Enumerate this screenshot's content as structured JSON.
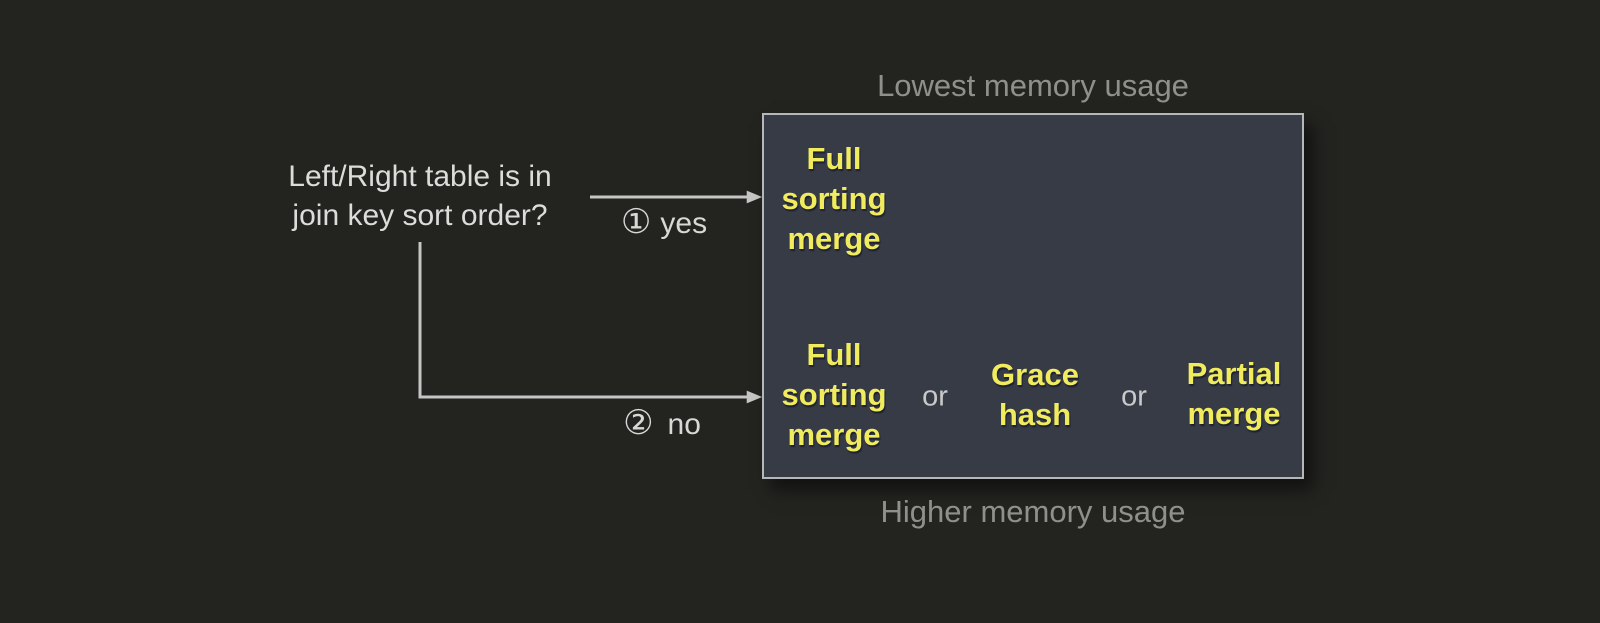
{
  "question": {
    "text": "Left/Right table is in\njoin key sort order?"
  },
  "branches": {
    "yes": {
      "symbol": "①",
      "label": "yes"
    },
    "no": {
      "symbol": "②",
      "label": "no"
    }
  },
  "memory_scale": {
    "top_caption": "Lowest memory usage",
    "bottom_caption": "Higher memory usage"
  },
  "strategies": {
    "yes_row": {
      "options": [
        "Full\nsorting\nmerge"
      ]
    },
    "no_row": {
      "options": [
        "Full\nsorting\nmerge",
        "Grace\nhash",
        "Partial\nmerge"
      ],
      "separator": "or"
    }
  },
  "colors": {
    "background": "#232420",
    "box_fill": "#363b46",
    "box_border": "#b6b7b9",
    "option_text": "#f1eb5e",
    "caption_text": "#90908b",
    "question_text": "#dcdcda",
    "separator_text": "#c9c9c9",
    "connector": "#c6c6c4"
  }
}
